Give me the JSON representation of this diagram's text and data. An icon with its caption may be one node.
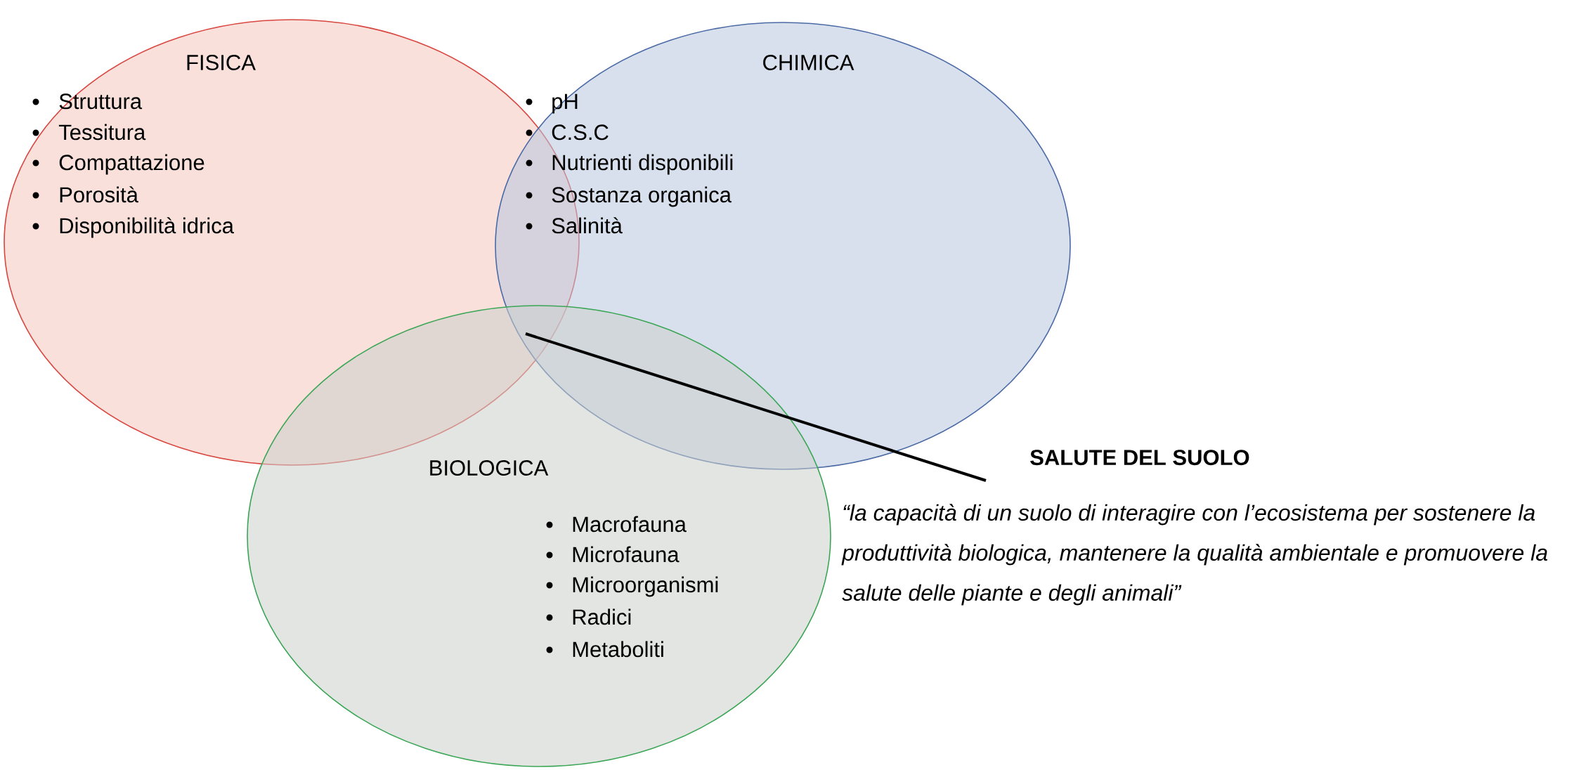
{
  "diagram": {
    "nodes": [
      {
        "text": [
          "FISICA",
          "Struttura",
          "Tessitura",
          "Compattazione",
          "Porosità",
          "Disponibilità idrica"
        ]
      },
      {
        "text": [
          "CHIMICA",
          "pH",
          "C.S.C",
          "Nutrienti disponibili",
          "Sostanza organica",
          "Salinità"
        ]
      },
      {
        "text": [
          "BIOLOGICA",
          "Macrofauna",
          "Microfauna",
          "Microorganismi",
          "Radici",
          "Metaboliti"
        ]
      },
      {
        "text": [
          "SALUTE DEL SUOLO",
          "*“la capacità di un suolo di interagire con l’ecosistema per sostenere la produttività biologica, mantenere la qualità ambientale e promuovere la salute delle piante e degli animali”*"
        ]
      }
    ],
    "edges": [
      {
        "from": 3,
        "to": 0,
        "arrow": "none"
      }
    ]
  }
}
